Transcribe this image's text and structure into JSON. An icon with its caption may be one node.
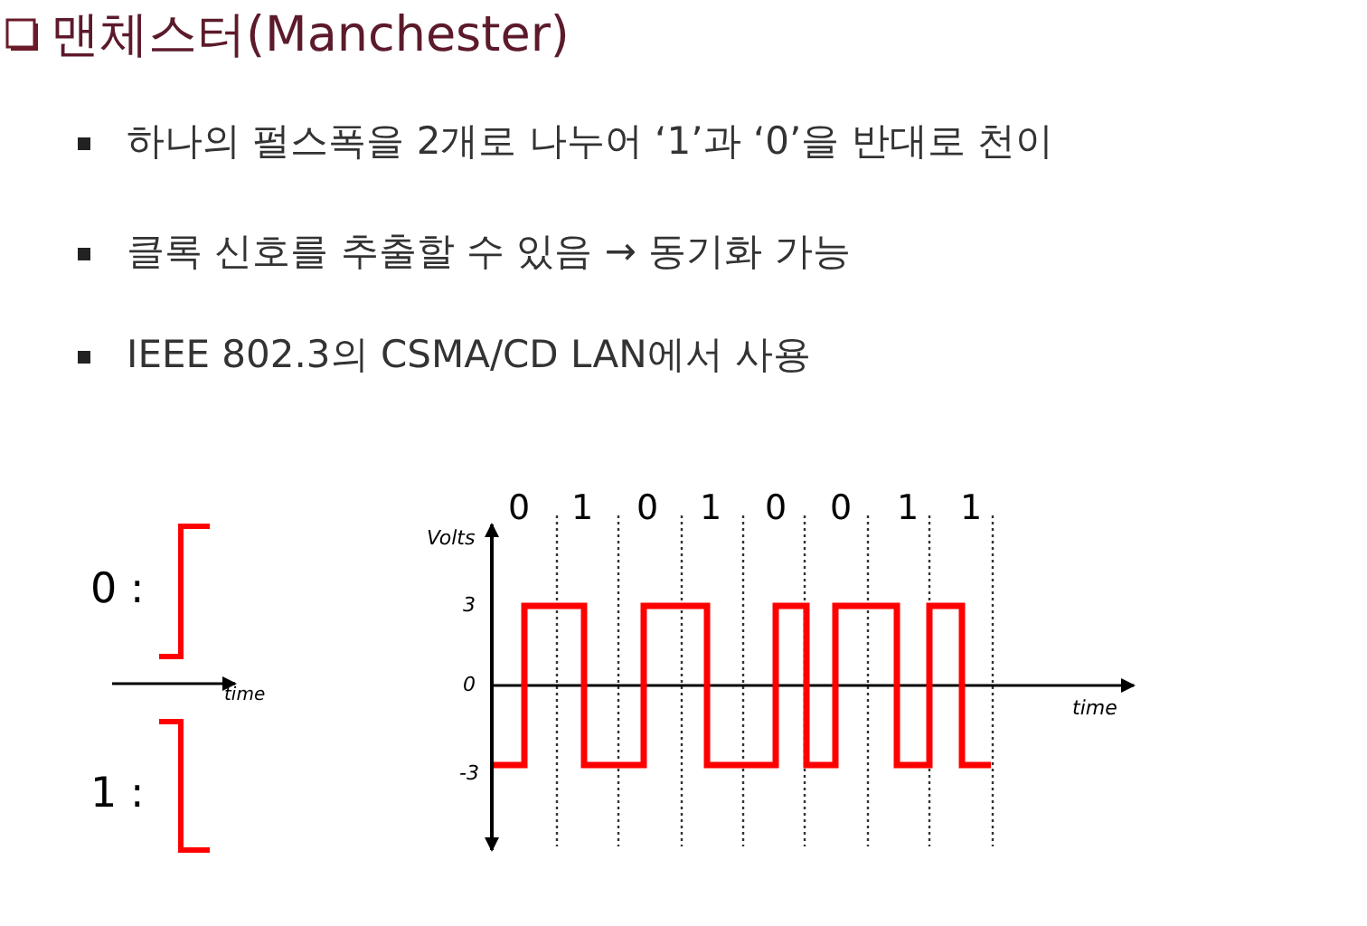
{
  "diagram": {
    "title": "맨체스터(Manchester)",
    "labels": [
      "하나의 펄스폭을 2개로 나누어 ‘1’과 ‘0’을 반대로 천이",
      "클록 신호를 추출할 수 있음 → 동기화 가능",
      "IEEE 802.3의 CSMA/CD LAN에서 사용",
      "0",
      "1",
      "0",
      "1",
      "0",
      "0",
      "1",
      "1",
      "Volts",
      "0 :",
      "3",
      "0",
      "time",
      "time",
      "-3",
      "1 :"
    ]
  }
}
